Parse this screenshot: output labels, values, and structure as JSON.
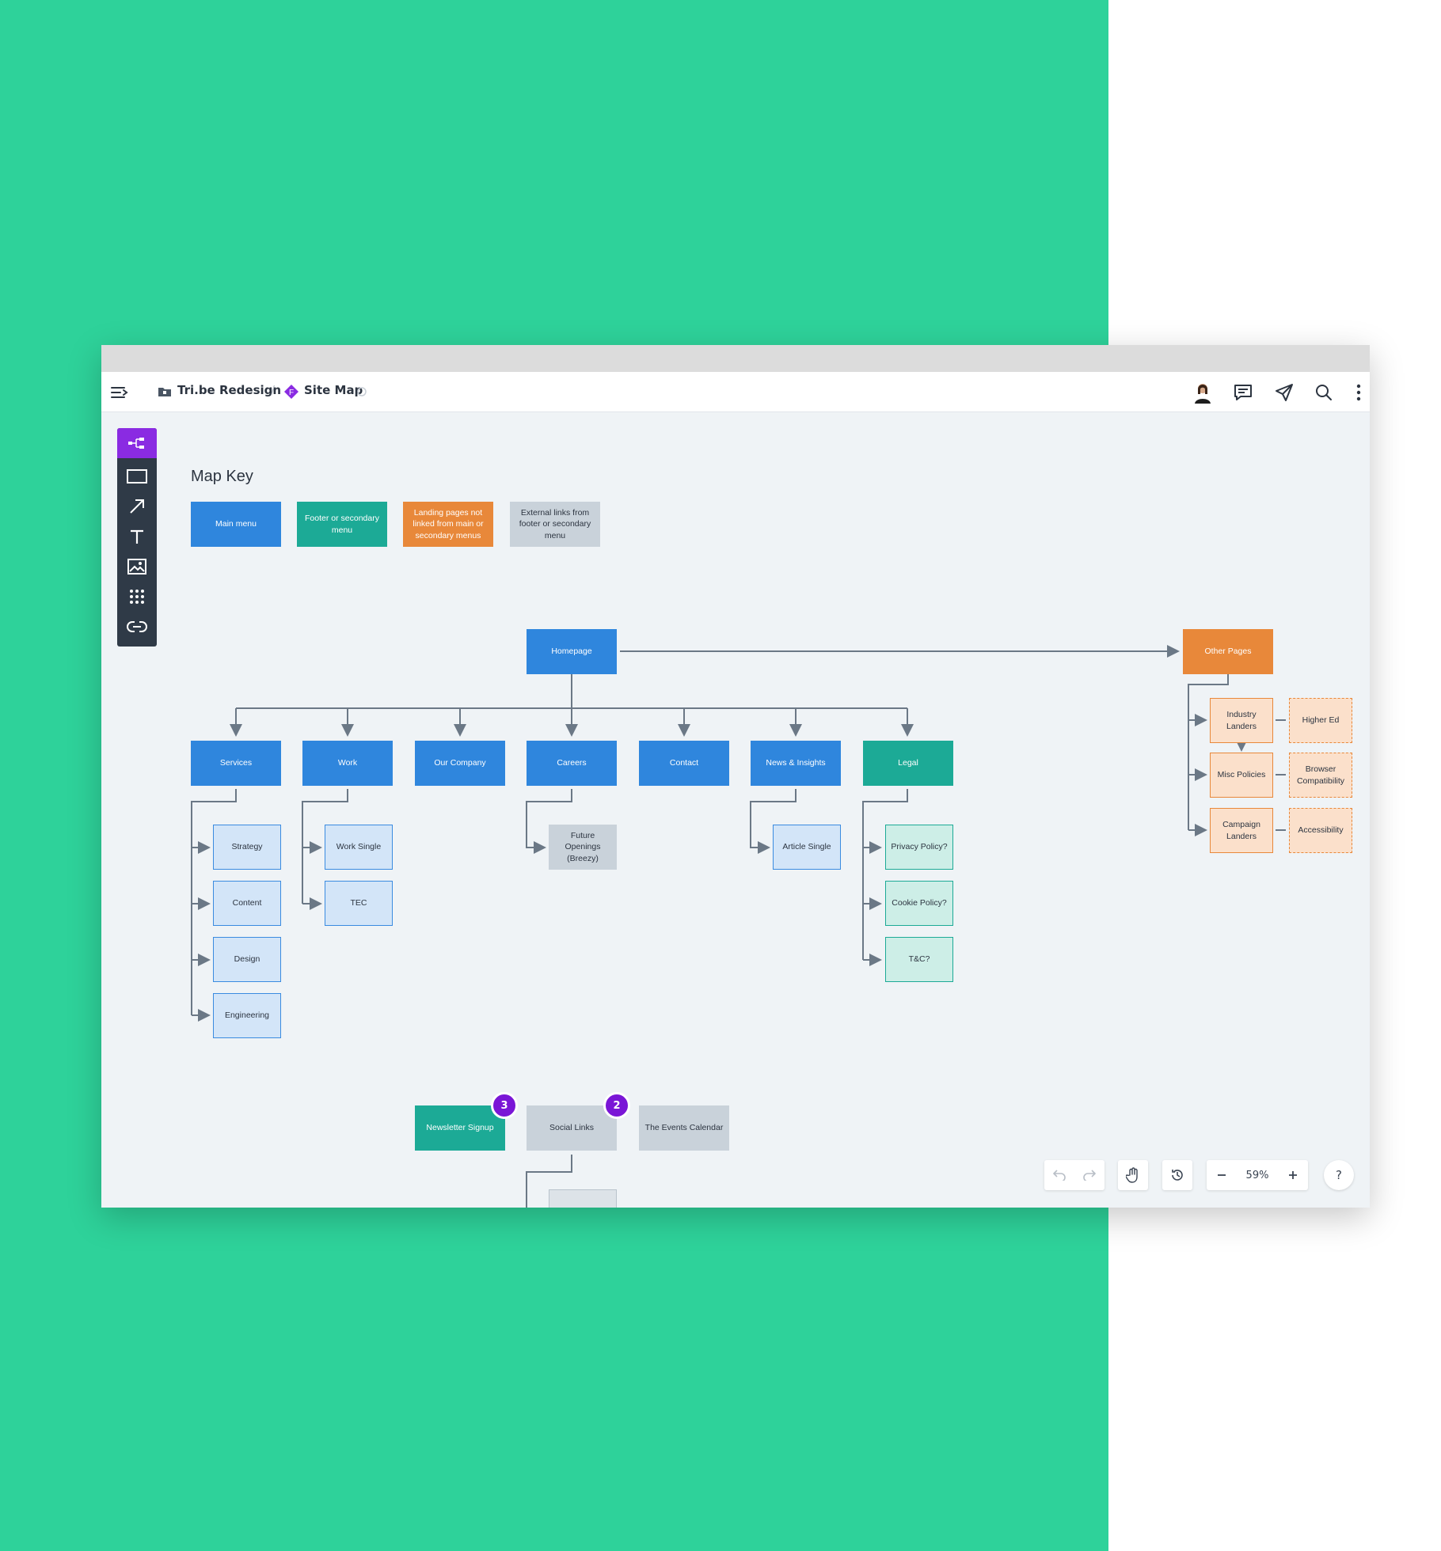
{
  "breadcrumb": {
    "project": "Tri.be Redesign",
    "separator": "/",
    "document": "Site Map"
  },
  "colors": {
    "background": "#2ed29a",
    "main_menu": "#2f86dd",
    "footer_menu": "#1caa96",
    "landing": "#e8883a",
    "external": "#c9d2da",
    "badge": "#7a16d6",
    "active_tool": "#8a2be2"
  },
  "toolbar": {
    "tools": [
      "sitemap-icon",
      "rectangle-icon",
      "arrow-icon",
      "text-icon",
      "image-icon",
      "grid-icon",
      "link-icon"
    ]
  },
  "map_key": {
    "title": "Map Key",
    "items": [
      "Main menu",
      "Footer or secondary menu",
      "Landing pages not linked from main or secondary menus",
      "External links from footer or secondary menu"
    ]
  },
  "sitemap": {
    "homepage": "Homepage",
    "other_pages": "Other Pages",
    "sections": [
      "Services",
      "Work",
      "Our Company",
      "Careers",
      "Contact",
      "News & Insights",
      "Legal"
    ],
    "services_children": [
      "Strategy",
      "Content",
      "Design",
      "Engineering"
    ],
    "work_children": [
      "Work Single",
      "TEC"
    ],
    "careers_children": [
      "Future Openings (Breezy)"
    ],
    "news_children": [
      "Article Single"
    ],
    "legal_children": [
      "Privacy Policy?",
      "Cookie Policy?",
      "T&C?"
    ],
    "other_children": [
      "Industry Landers",
      "Misc Policies",
      "Campaign Landers"
    ],
    "other_linked": [
      "Higher Ed",
      "Browser Compatibility",
      "Accessibility"
    ]
  },
  "bottom_nodes": {
    "newsletter": "Newsletter Signup",
    "newsletter_comments": "3",
    "social": "Social Links",
    "social_comments": "2",
    "events": "The Events Calendar"
  },
  "controls": {
    "zoom": "59%",
    "help": "?"
  }
}
